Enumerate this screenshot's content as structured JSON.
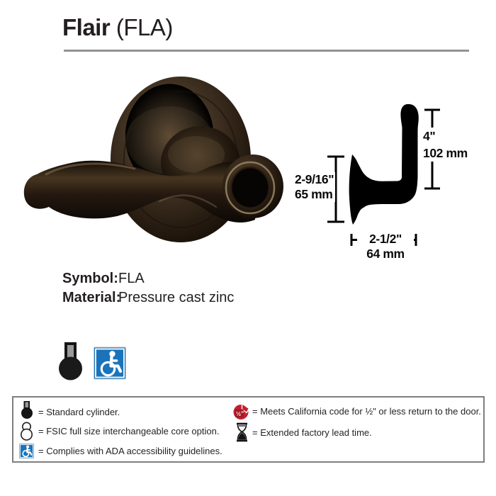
{
  "title": {
    "name": "Flair",
    "code": "(FLA)"
  },
  "drawing": {
    "rose_height_in": "2-9/16\"",
    "rose_height_mm": "65 mm",
    "lever_length_in": "4\"",
    "lever_length_mm": "102 mm",
    "projection_in": "2-1/2\"",
    "projection_mm": "64 mm"
  },
  "specs": {
    "symbol_label": "Symbol:",
    "symbol_value": "FLA",
    "material_label": "Material:",
    "material_value": "Pressure cast zinc"
  },
  "feature_icons": [
    {
      "name": "standard-cylinder-icon"
    },
    {
      "name": "ada-icon"
    }
  ],
  "legend": {
    "left": [
      {
        "icon": "standard-cylinder-icon",
        "text": "= Standard cylinder."
      },
      {
        "icon": "fsic-core-icon",
        "text": "= FSIC full size interchangeable core option."
      },
      {
        "icon": "ada-icon",
        "text": "= Complies with ADA accessibility guidelines."
      }
    ],
    "right": [
      {
        "icon": "california-half-inch-icon",
        "text": "= Meets California code for ½\" or less return to the door."
      },
      {
        "icon": "hourglass-icon",
        "text": "= Extended factory lead time."
      }
    ]
  },
  "colors": {
    "ada_blue": "#1b74ba",
    "california_red": "#c1202f",
    "rule_gray": "#919396",
    "text": "#231f20"
  }
}
